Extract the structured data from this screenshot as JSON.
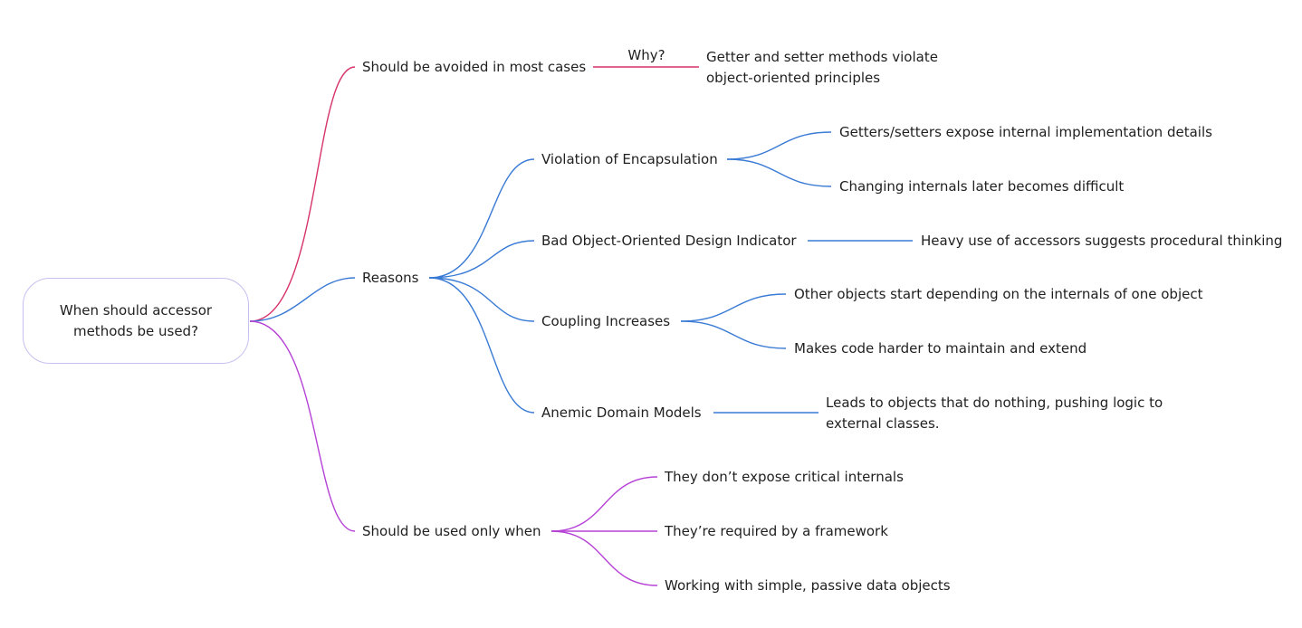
{
  "root": {
    "label": "When should accessor methods be used?"
  },
  "branches": {
    "avoid": {
      "label": "Should be avoided in most cases",
      "color": "#d6336c",
      "edge_label": "Why?",
      "detail": "Getter and setter methods violate object-oriented principles"
    },
    "reasons": {
      "label": "Reasons",
      "color": "#3a7bd5",
      "items": [
        {
          "label": "Violation of Encapsulation",
          "children": [
            "Getters/setters expose internal implementation details",
            "Changing internals later becomes difficult"
          ]
        },
        {
          "label": "Bad Object-Oriented Design Indicator",
          "children": [
            "Heavy use of accessors suggests procedural thinking"
          ]
        },
        {
          "label": "Coupling Increases",
          "children": [
            "Other objects start depending on the internals of one object",
            "Makes code harder to maintain and extend"
          ]
        },
        {
          "label": "Anemic Domain Models",
          "children": [
            "Leads to objects that do nothing, pushing logic to external classes."
          ]
        }
      ]
    },
    "used_when": {
      "label": "Should be used only when",
      "color": "#b642d6",
      "children": [
        "They don’t expose critical internals",
        "They’re required by a framework",
        "Working with simple, passive data objects"
      ]
    }
  }
}
